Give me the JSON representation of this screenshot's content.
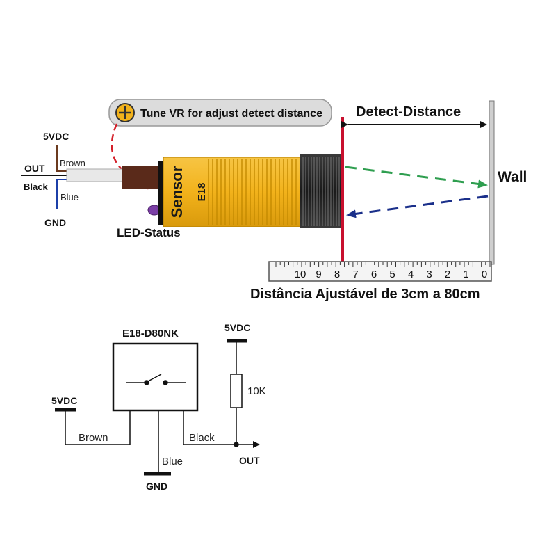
{
  "top": {
    "tune_note": "Tune VR for adjust detect distance",
    "detect_distance": "Detect-Distance",
    "wall": "Wall",
    "led_status": "LED-Status",
    "sensor_word": "Sensor",
    "sensor_model": "E18",
    "wires": {
      "vdc": "5VDC",
      "out": "OUT",
      "brown": "Brown",
      "black": "Black",
      "blue": "Blue",
      "gnd": "GND"
    },
    "ruler_ticks": [
      "10",
      "9",
      "8",
      "7",
      "6",
      "5",
      "4",
      "3",
      "2",
      "1",
      "0"
    ],
    "caption": "Distância Ajustável de 3cm a 80cm"
  },
  "schematic": {
    "module": "E18-D80NK",
    "vdc_left": "5VDC",
    "vdc_right": "5VDC",
    "resistor": "10K",
    "brown": "Brown",
    "black": "Black",
    "blue": "Blue",
    "gnd": "GND",
    "out": "OUT"
  },
  "colors": {
    "sensor_body": "#f2b21b",
    "sensor_dark": "#c98c00",
    "red_line": "#c8102e",
    "emit_arrow": "#2e9e4f",
    "return_arrow": "#1a2f8a",
    "tune_arrow": "#d4202a",
    "wire_brown": "#6b3a1f",
    "wire_blue": "#1c3fa8"
  }
}
